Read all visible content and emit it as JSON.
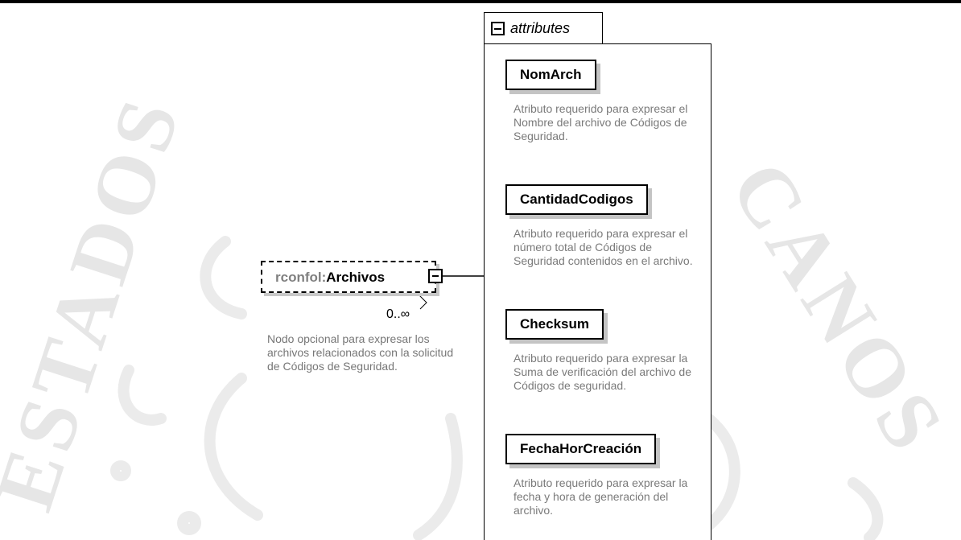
{
  "element": {
    "prefix": "rconfol:",
    "name": "Archivos",
    "occurrence": "0..∞",
    "documentation": "Nodo opcional para expresar los archivos relacionados con la solicitud de Códigos de Seguridad."
  },
  "attributes_group": {
    "label": "attributes",
    "items": [
      {
        "name": "NomArch",
        "documentation": "Atributo requerido para expresar el Nombre del archivo de Códigos de Seguridad."
      },
      {
        "name": "CantidadCodigos",
        "documentation": "Atributo requerido para expresar el número total de Códigos de Seguridad contenidos en el archivo."
      },
      {
        "name": "Checksum",
        "documentation": "Atributo requerido para expresar la Suma de verificación del archivo de Códigos de seguridad."
      },
      {
        "name": "FechaHorCreación",
        "documentation": "Atributo requerido para expresar la fecha y hora de generación del archivo."
      }
    ]
  },
  "watermark": {
    "left_text": "ESTADOS",
    "right_text": "CANOS"
  }
}
